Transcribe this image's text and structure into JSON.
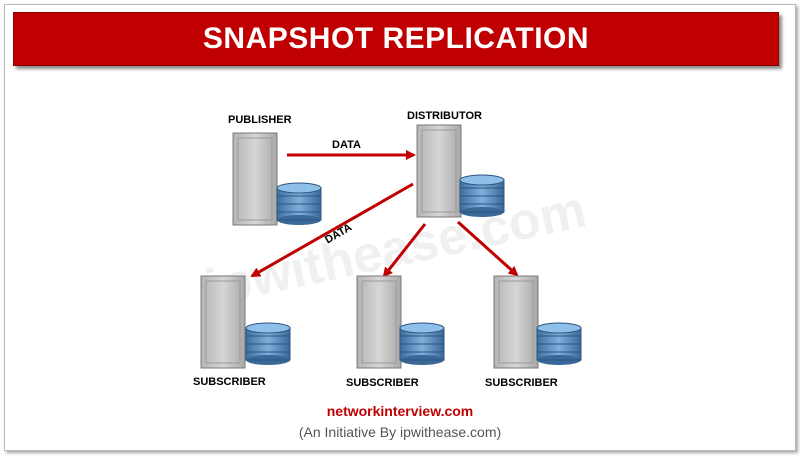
{
  "title": "SNAPSHOT REPLICATION",
  "watermark": "ipwithease.com",
  "nodes": {
    "publisher": "PUBLISHER",
    "distributor": "DISTRIBUTOR",
    "subscriber_1": "SUBSCRIBER",
    "subscriber_2": "SUBSCRIBER",
    "subscriber_3": "SUBSCRIBER"
  },
  "edges": {
    "publisher_to_distributor": "DATA",
    "distributor_to_subscriber_1": "DATA"
  },
  "footer": {
    "site": "networkinterview.com",
    "tagline": "(An Initiative By ipwithease.com)"
  },
  "colors": {
    "banner": "#c00000",
    "arrow": "#c00000",
    "server": "#c8c8c8",
    "database": "#5a8fc4"
  },
  "icons": [
    "server-icon",
    "database-icon"
  ]
}
